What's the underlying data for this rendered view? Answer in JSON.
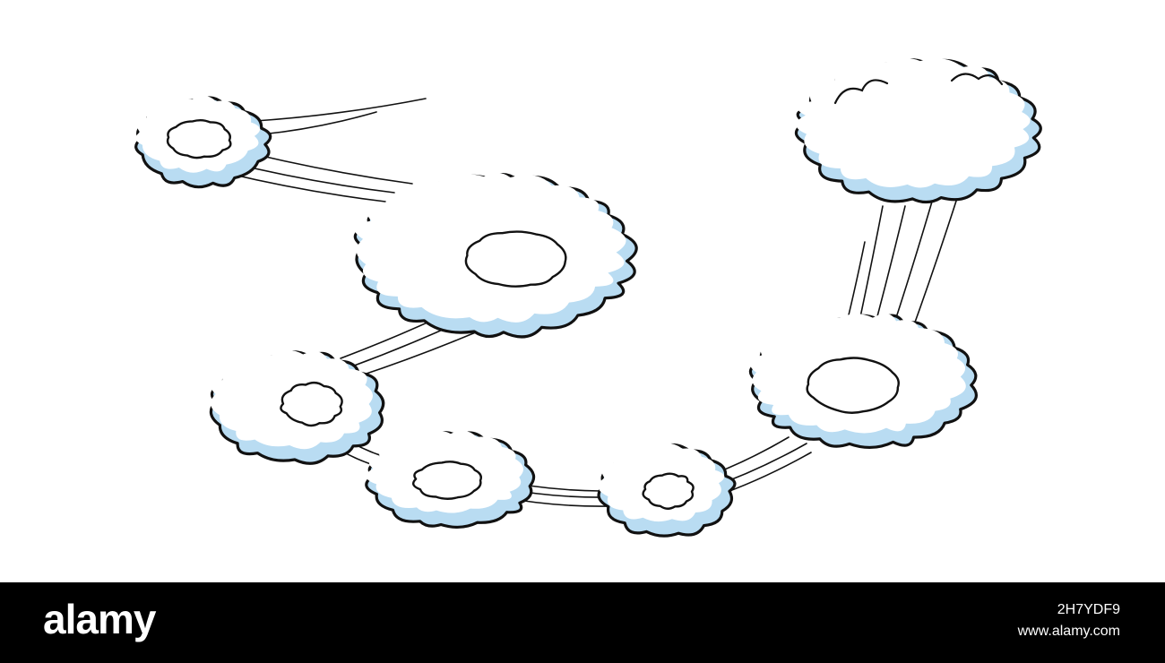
{
  "footer": {
    "brand": "alamy",
    "image_id": "2H7YDF9",
    "site": "www.alamy.com"
  },
  "colors": {
    "background": "#ffffff",
    "outline": "#111111",
    "cloud_fill": "#ffffff",
    "cloud_shadow": "#b9dcf2",
    "footer_bg": "#000000",
    "footer_text": "#ffffff"
  },
  "illustration": {
    "subject": "comic smoke puff trail",
    "cloud_count": 7
  }
}
